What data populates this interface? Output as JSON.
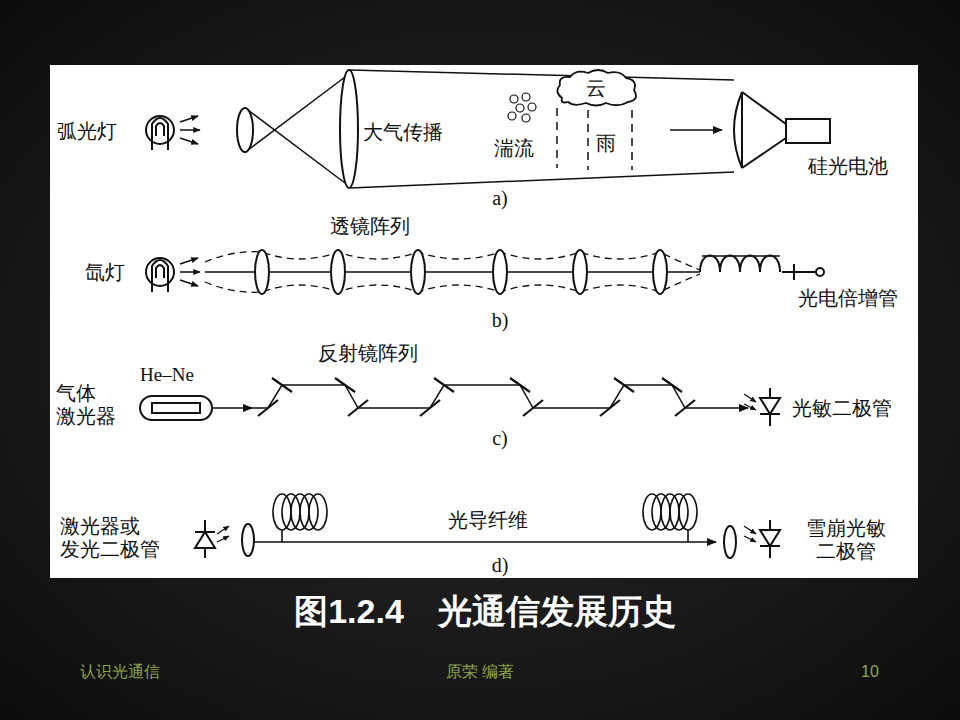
{
  "diagram": {
    "caption": "图1.2.4　光通信发展历史",
    "nodes": [
      {
        "text": [
          "云"
        ]
      }
    ],
    "labels": [
      "弧光灯",
      "大气传播",
      "湍流",
      "雨",
      "硅光电池",
      "a)",
      "氙灯",
      "透镜阵列",
      "光电倍增管",
      "b)",
      "反射镜阵列",
      "He–Ne",
      "气体 激光器",
      "光敏二极管",
      "c)",
      "激光器或 发光二极管",
      "光导纤维",
      "雪崩光敏 二极管",
      "d)",
      "认识光通信",
      "原荣 编著",
      "10"
    ]
  }
}
